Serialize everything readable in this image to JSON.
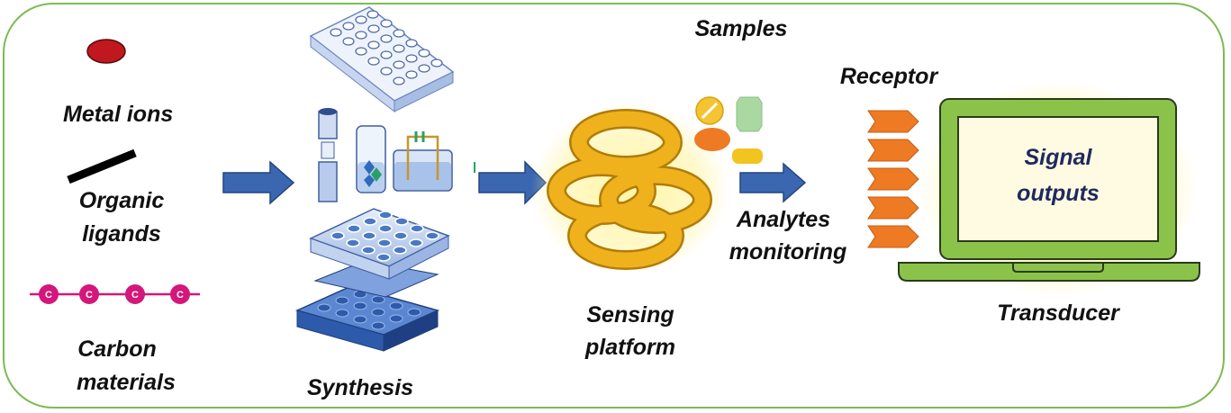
{
  "labels": {
    "metal_ions": "Metal ions",
    "organic_ligands_1": "Organic",
    "organic_ligands_2": "ligands",
    "carbon_materials_1": "Carbon",
    "carbon_materials_2": "materials",
    "synthesis": "Synthesis",
    "samples": "Samples",
    "sensing_platform_1": "Sensing",
    "sensing_platform_2": "platform",
    "analytes_monitoring_1": "Analytes",
    "analytes_monitoring_2": "monitoring",
    "receptor": "Receptor",
    "signal_outputs_1": "Signal",
    "signal_outputs_2": "outputs",
    "transducer": "Transducer"
  },
  "carbon_chain_atoms": [
    "C",
    "C",
    "C",
    "C"
  ],
  "colors": {
    "frame_border": "#7dbb52",
    "metal_ion": "#c0181e",
    "carbon_atom": "#d4177a",
    "arrow": "#3a67b0",
    "ring": "#e8a81c",
    "receptor": "#ee7a24",
    "laptop": "#8bc34a",
    "signal_text": "#1f2a5c"
  },
  "icons": [
    "metal-ion-icon",
    "organic-ligand-icon",
    "carbon-chain-icon",
    "well-plate-icon",
    "test-tube-icon",
    "electrochemical-cell-icon",
    "stacked-plate-icon",
    "sensing-ring-icon",
    "analyte-icon",
    "receptor-chevron-icon",
    "laptop-icon"
  ]
}
